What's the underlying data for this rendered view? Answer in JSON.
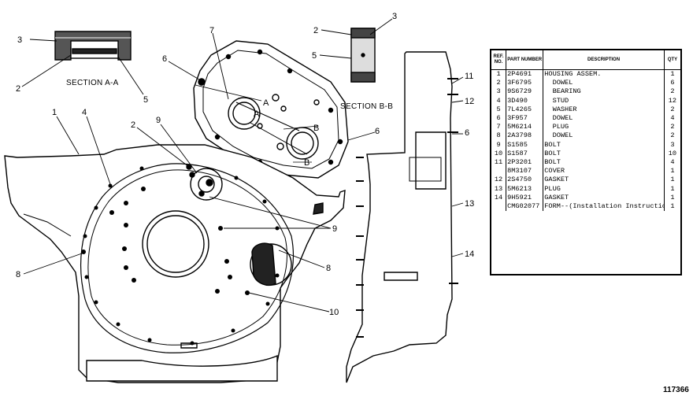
{
  "section_a_label": "SECTION A-A",
  "section_b_label": "SECTION B-B",
  "figure_number": "117366",
  "view_letters": {
    "a1": "A",
    "a2": "A",
    "b1": "B",
    "b2": "B"
  },
  "callouts": {
    "c1": "1",
    "c2a": "2",
    "c2b": "2",
    "c2c": "2",
    "c3a": "3",
    "c3b": "3",
    "c4": "4",
    "c5a": "5",
    "c5b": "5",
    "c6a": "6",
    "c6b": "6",
    "c6c": "6",
    "c7": "7",
    "c8a": "8",
    "c8b": "8",
    "c9a": "9",
    "c9b": "9",
    "c10": "10",
    "c11": "11",
    "c12": "12",
    "c13": "13",
    "c14": "14"
  },
  "parts_table": {
    "headers": {
      "ref": "REF. NO.",
      "part": "PART NUMBER",
      "desc": "DESCRIPTION",
      "qty": "QTY"
    },
    "rows": [
      {
        "ref": "1",
        "part": "2P4691",
        "desc": "HOUSING ASSEM.",
        "qty": "1"
      },
      {
        "ref": "2",
        "part": "3F6795",
        "desc": "  DOWEL",
        "qty": "6"
      },
      {
        "ref": "3",
        "part": "9S6729",
        "desc": "  BEARING",
        "qty": "2"
      },
      {
        "ref": "4",
        "part": "3D490",
        "desc": "  STUD",
        "qty": "12"
      },
      {
        "ref": "5",
        "part": "7L4265",
        "desc": "  WASHER",
        "qty": "2"
      },
      {
        "ref": "6",
        "part": "3F957",
        "desc": "  DOWEL",
        "qty": "4"
      },
      {
        "ref": "7",
        "part": "5M6214",
        "desc": "  PLUG",
        "qty": "2"
      },
      {
        "ref": "8",
        "part": "2A3798",
        "desc": "  DOWEL",
        "qty": "2"
      },
      {
        "ref": "9",
        "part": "S1585",
        "desc": "BOLT",
        "qty": "3"
      },
      {
        "ref": "10",
        "part": "S1587",
        "desc": "BOLT",
        "qty": "10"
      },
      {
        "ref": "11",
        "part": "2P3201",
        "desc": "BOLT",
        "qty": "4"
      },
      {
        "ref": "",
        "part": "8M3107",
        "desc": "COVER",
        "qty": "1"
      },
      {
        "ref": "12",
        "part": "2S4750",
        "desc": "GASKET",
        "qty": "1"
      },
      {
        "ref": "13",
        "part": "5M6213",
        "desc": "PLUG",
        "qty": "1"
      },
      {
        "ref": "14",
        "part": "9H5921",
        "desc": "GASKET",
        "qty": "1"
      },
      {
        "ref": "",
        "part": "CMG02077",
        "desc": "FORM--(Installation Instruction)",
        "qty": "1"
      }
    ]
  }
}
